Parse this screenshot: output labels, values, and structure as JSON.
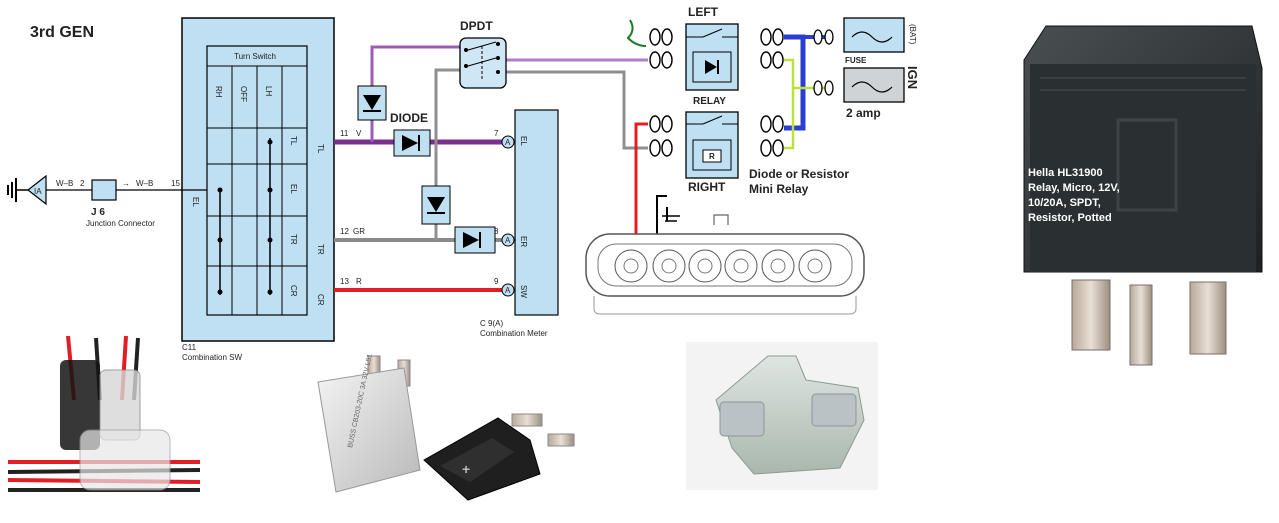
{
  "title": "3rd GEN",
  "left_side": {
    "ia_label": "IA",
    "wire_code": "W–B",
    "pin_2": "2",
    "pin_15": "15",
    "arrow": "→",
    "junction_id": "J 6",
    "junction_label": "Junction Connector"
  },
  "combination_switch": {
    "header": "Turn Switch",
    "columns": [
      "RH",
      "OFF",
      "LH"
    ],
    "rows": [
      "TL",
      "EL",
      "TR",
      "CR"
    ],
    "id": "C11",
    "label": "Combination SW"
  },
  "meter": {
    "pins": [
      "EL",
      "ER",
      "SW"
    ],
    "pin_numbers": [
      "7",
      "8",
      "9"
    ],
    "id": "C 9(A)",
    "label": "Combination Meter"
  },
  "wires": [
    {
      "pin": "11",
      "code": "V"
    },
    {
      "pin": "12",
      "code": "GR"
    },
    {
      "pin": "13",
      "code": "R"
    }
  ],
  "labels": {
    "diode": "DIODE",
    "dpdt": "DPDT",
    "relay_type_1": "Diode or Resistor",
    "relay_type_2": "Mini Relay"
  },
  "relays": {
    "left": {
      "title": "LEFT",
      "caption": "RELAY"
    },
    "right": {
      "title": "RIGHT",
      "resistor_mark": "R"
    }
  },
  "fuses": {
    "bat": {
      "label": "FUSE",
      "source": "(BAT)"
    },
    "ign": {
      "source": "IGN",
      "rating": "2 amp"
    }
  },
  "hella": {
    "lines": [
      "Hella HL31900",
      "Relay, Micro, 12V,",
      "10/20A,  SPDT,",
      "Resistor, Potted"
    ]
  },
  "breaker": {
    "print": "BUSS CB203-20C 3A 32V L51"
  },
  "fuse_tap": {
    "mark": "+"
  },
  "colors": {
    "component_fill": "#bfe0f2",
    "wire_purple": "#7b2e90",
    "wire_gray": "#8a8a8a",
    "wire_red": "#e01e24",
    "wire_blue": "#2b3ed1",
    "wire_green": "#b9e23b"
  }
}
